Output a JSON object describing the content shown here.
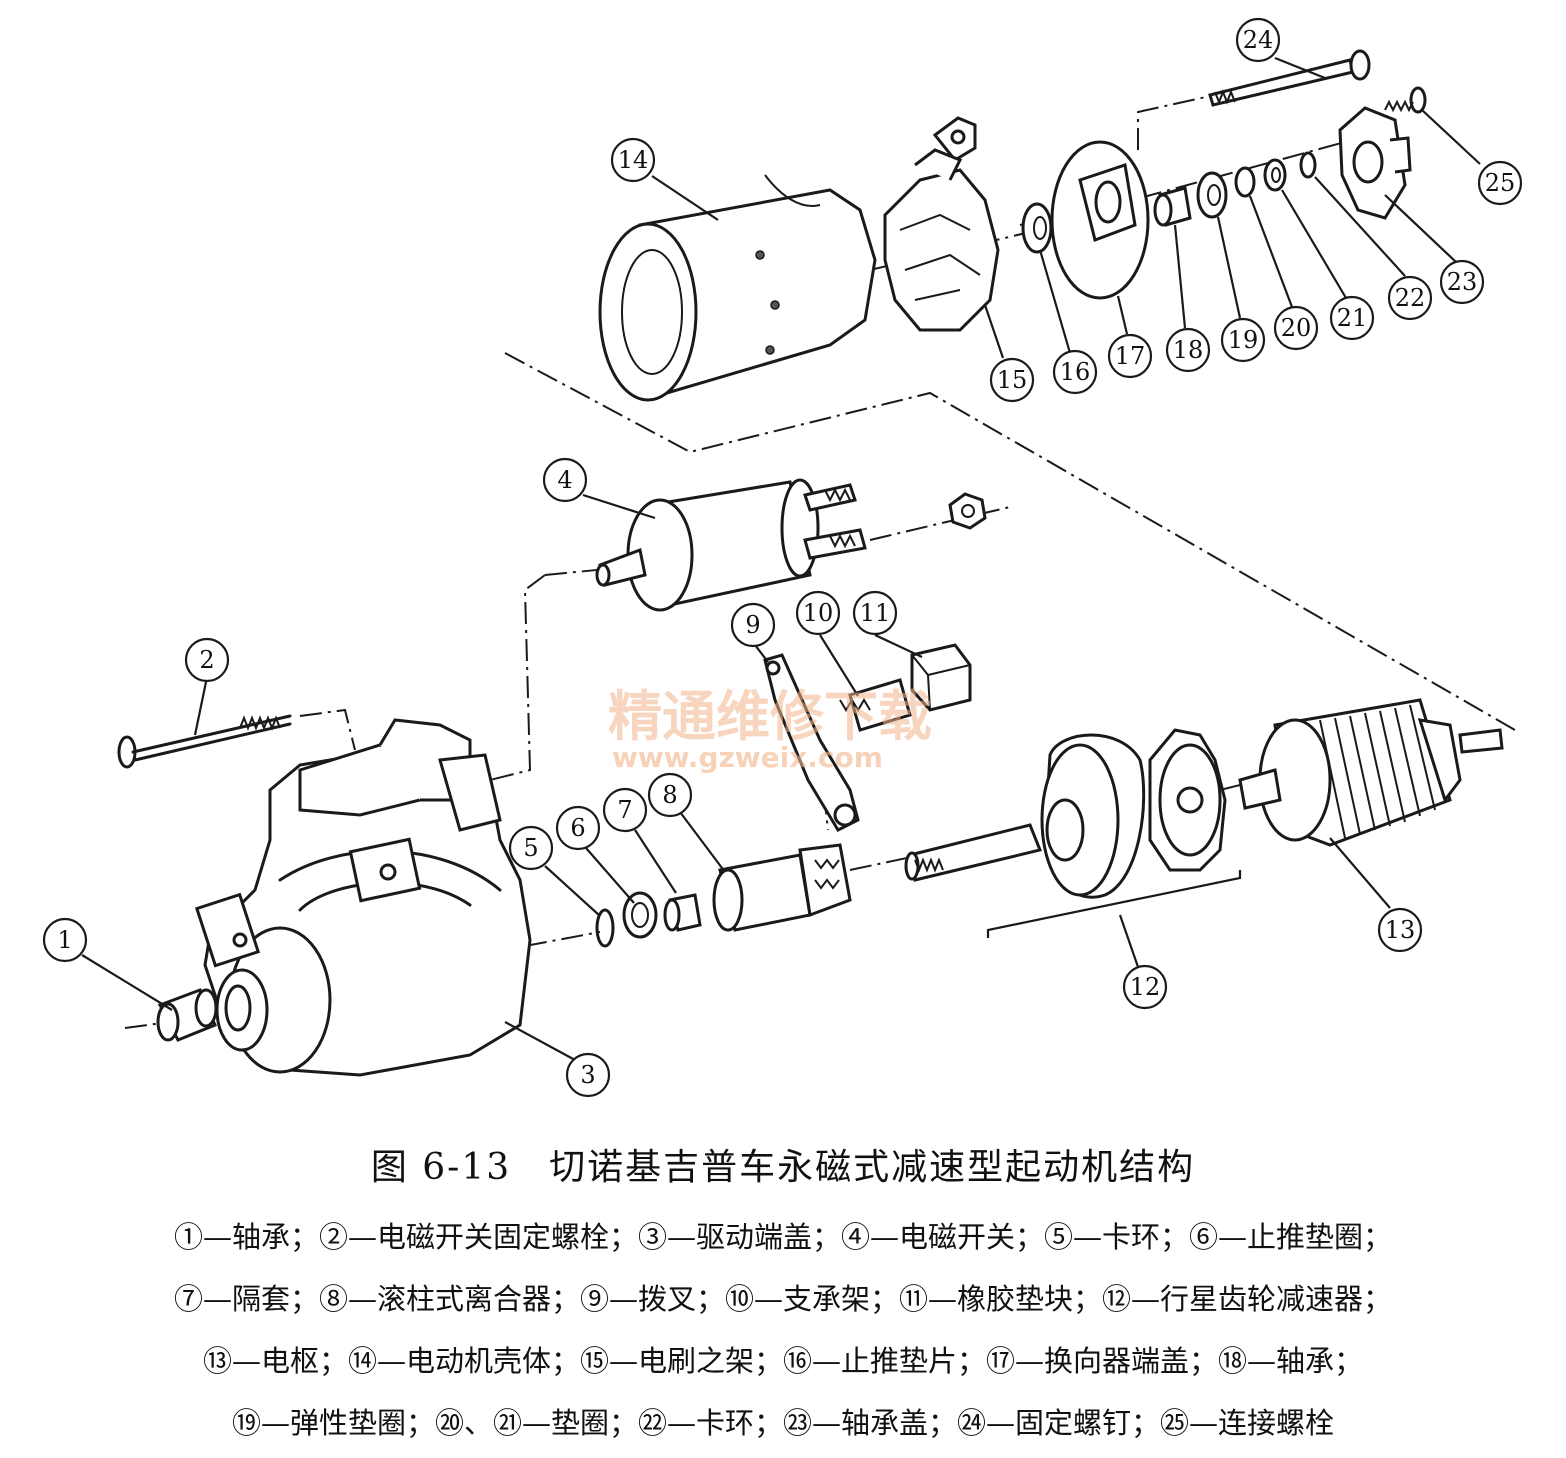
{
  "watermark": {
    "cn": "精通维修下载",
    "url": "www.gzweix.com"
  },
  "callouts": [
    {
      "id": "1",
      "label": "1"
    },
    {
      "id": "2",
      "label": "2"
    },
    {
      "id": "3",
      "label": "3"
    },
    {
      "id": "4",
      "label": "4"
    },
    {
      "id": "5",
      "label": "5"
    },
    {
      "id": "6",
      "label": "6"
    },
    {
      "id": "7",
      "label": "7"
    },
    {
      "id": "8",
      "label": "8"
    },
    {
      "id": "9",
      "label": "9"
    },
    {
      "id": "10",
      "label": "10"
    },
    {
      "id": "11",
      "label": "11"
    },
    {
      "id": "12",
      "label": "12"
    },
    {
      "id": "13",
      "label": "13"
    },
    {
      "id": "14",
      "label": "14"
    },
    {
      "id": "15",
      "label": "15"
    },
    {
      "id": "16",
      "label": "16"
    },
    {
      "id": "17",
      "label": "17"
    },
    {
      "id": "18",
      "label": "18"
    },
    {
      "id": "19",
      "label": "19"
    },
    {
      "id": "20",
      "label": "20"
    },
    {
      "id": "21",
      "label": "21"
    },
    {
      "id": "22",
      "label": "22"
    },
    {
      "id": "23",
      "label": "23"
    },
    {
      "id": "24",
      "label": "24"
    },
    {
      "id": "25",
      "label": "25"
    }
  ],
  "caption": "图 6-13　切诺基吉普车永磁式减速型起动机结构",
  "legend_lines": [
    "①—轴承；②—电磁开关固定螺栓；③—驱动端盖；④—电磁开关；⑤—卡环；⑥—止推垫圈；",
    "⑦—隔套；⑧—滚柱式离合器；⑨—拨叉；⑩—支承架；⑪—橡胶垫块；⑫—行星齿轮减速器；",
    "⑬—电枢；⑭—电动机壳体；⑮—电刷之架；⑯—止推垫片；⑰—换向器端盖；⑱—轴承；",
    "⑲—弹性垫圈；⑳、㉑—垫圈；㉒—卡环；㉓—轴承盖；㉔—固定螺钉；㉕—连接螺栓"
  ]
}
